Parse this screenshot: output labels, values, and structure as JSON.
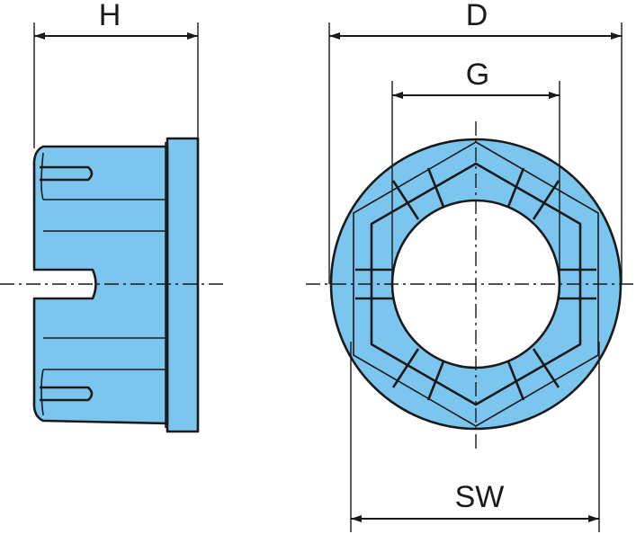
{
  "dimensions": {
    "height_label": "H",
    "outer_diameter_label": "D",
    "thread_label": "G",
    "wrench_size_label": "SW"
  },
  "colors": {
    "part_fill": "#7cc5ef",
    "line": "#1a1a1a"
  }
}
